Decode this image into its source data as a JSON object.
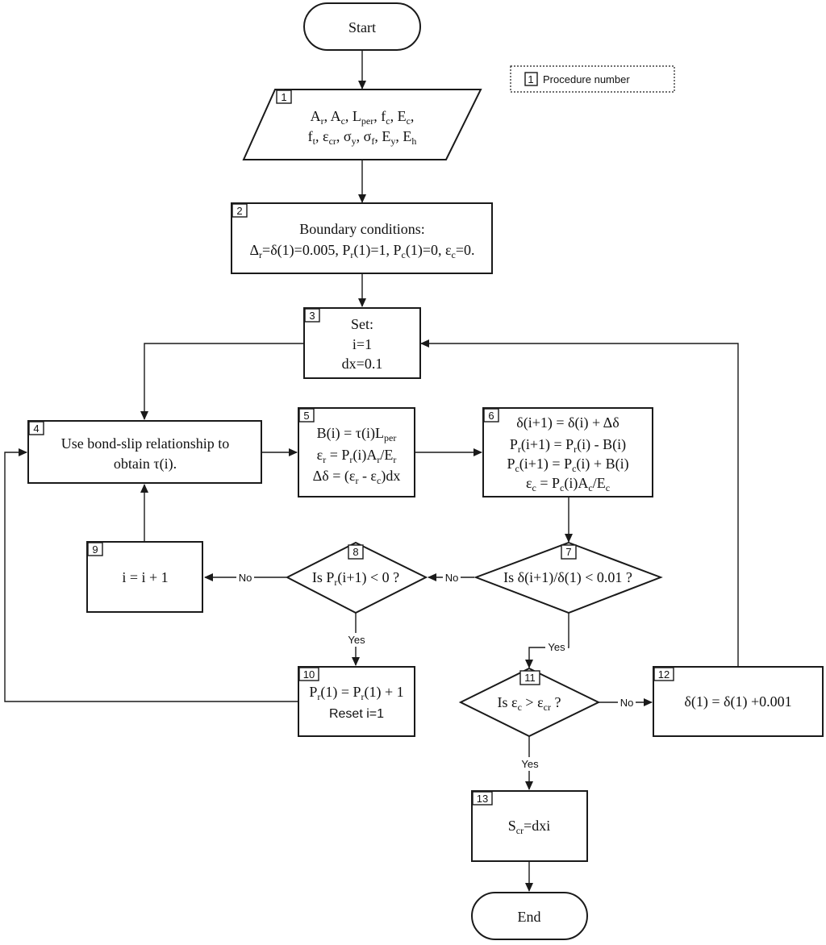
{
  "legend": {
    "number": "1",
    "label": "Procedure number"
  },
  "start": "Start",
  "end": "End",
  "nodes": {
    "n1": {
      "num": "1"
    },
    "n2": {
      "num": "2",
      "line1": "Boundary conditions:"
    },
    "n3": {
      "num": "3",
      "line1": "Set:",
      "line2": "i=1",
      "line3": "dx=0.1"
    },
    "n4": {
      "num": "4",
      "line1": "Use bond-slip relationship to",
      "line2": "obtain τ(i)."
    },
    "n5": {
      "num": "5"
    },
    "n6": {
      "num": "6",
      "line1": "δ(i+1) = δ(i) + Δδ"
    },
    "n7": {
      "num": "7"
    },
    "n8": {
      "num": "8"
    },
    "n9": {
      "num": "9",
      "line1": "i = i + 1"
    },
    "n10": {
      "num": "10",
      "line2": "Reset i=1"
    },
    "n11": {
      "num": "11"
    },
    "n12": {
      "num": "12",
      "line1": "δ(1) = δ(1) +0.001"
    },
    "n13": {
      "num": "13"
    }
  },
  "edge_labels": {
    "no": "No",
    "yes": "Yes"
  }
}
